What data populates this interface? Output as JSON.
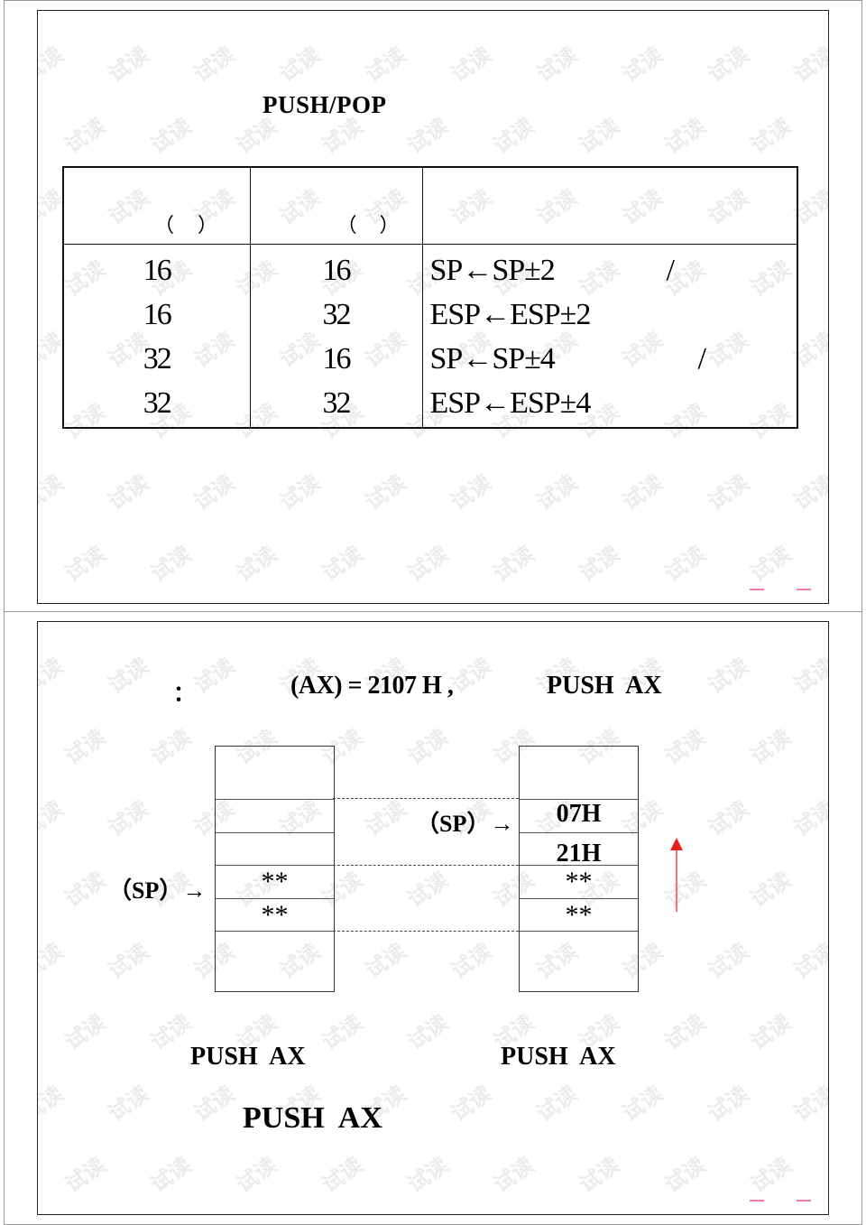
{
  "slide1": {
    "title": "PUSH/POP",
    "table": {
      "headers": [
        {
          "text": "",
          "paren_open": "（",
          "paren_close": "）"
        },
        {
          "text": "",
          "paren_open": "（",
          "paren_close": "）"
        },
        {
          "text": ""
        }
      ],
      "rows": [
        {
          "col1": "16",
          "col2": "16",
          "op": "SP←SP±2",
          "suffix": "/"
        },
        {
          "col1": "16",
          "col2": "32",
          "op": "ESP←ESP±2",
          "suffix": ""
        },
        {
          "col1": "32",
          "col2": "16",
          "op": "SP←SP±4",
          "suffix": "/"
        },
        {
          "col1": "32",
          "col2": "32",
          "op": "ESP←ESP±4",
          "suffix": ""
        }
      ]
    },
    "footer_marks": [
      "—",
      "—"
    ]
  },
  "slide2": {
    "example_colon": "：",
    "example_ax": "(AX) = 2107 H ,",
    "example_instr": "PUSH  AX",
    "before_stack": {
      "sp_label": "（SP）→",
      "cells": [
        "",
        "",
        "",
        "**",
        "**",
        ""
      ]
    },
    "after_stack": {
      "sp_label": "（SP）→",
      "cells": [
        "",
        "07H",
        "21H",
        "**",
        "**",
        ""
      ]
    },
    "before_caption": "PUSH  AX",
    "after_caption": "PUSH  AX",
    "summary": "PUSH  AX",
    "arrow_color": "#e8201c",
    "footer_marks": [
      "—",
      "—"
    ]
  }
}
